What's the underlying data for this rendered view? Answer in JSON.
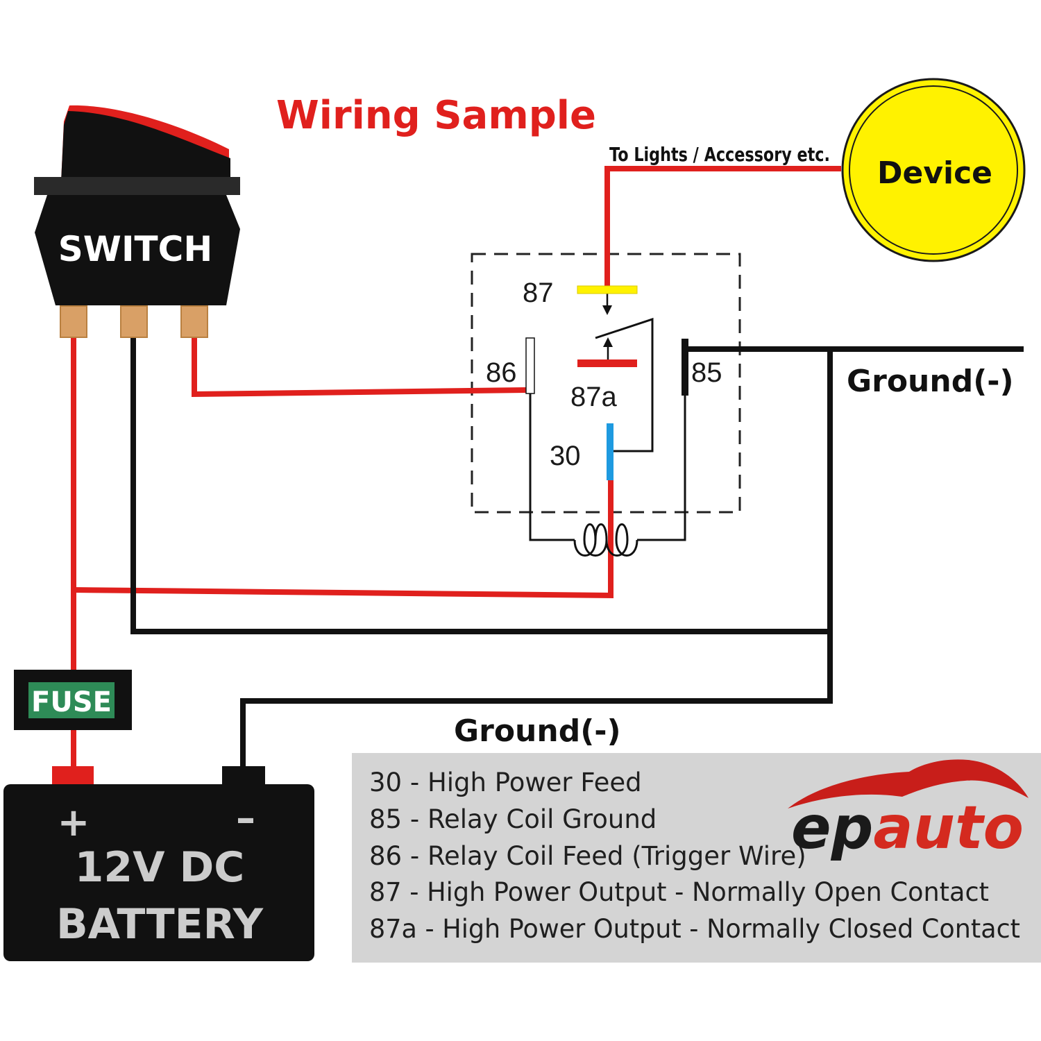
{
  "title": "Wiring Sample",
  "switch": {
    "label": "SWITCH"
  },
  "device": {
    "label": "Device",
    "wire_label": "To Lights / Accessory etc."
  },
  "relay": {
    "pins": {
      "p87": "87",
      "p86": "86",
      "p87a": "87a",
      "p85": "85",
      "p30": "30"
    }
  },
  "ground": {
    "right_label": "Ground(-)",
    "bottom_label": "Ground(-)"
  },
  "fuse": {
    "label": "FUSE"
  },
  "battery": {
    "plus": "+",
    "minus": "–",
    "line1": "12V DC",
    "line2": "BATTERY"
  },
  "legend": {
    "items": [
      "30 - High Power Feed",
      "85 - Relay Coil Ground",
      "86 - Relay Coil Feed  (Trigger Wire)",
      "87 - High Power Output - Normally Open Contact",
      "87a - High Power Output - Normally Closed Contact"
    ]
  },
  "logo": {
    "text_black": "ep",
    "text_red": "auto"
  },
  "colors": {
    "wire_red": "#e0201d",
    "wire_black": "#111111",
    "device_yellow": "#fff200",
    "pin87_yellow": "#fff200",
    "pin30_blue": "#1e9ae0",
    "fuse_green": "#2e8b57",
    "legend_bg": "#d4d4d4",
    "terminal_tan": "#d9a066"
  }
}
